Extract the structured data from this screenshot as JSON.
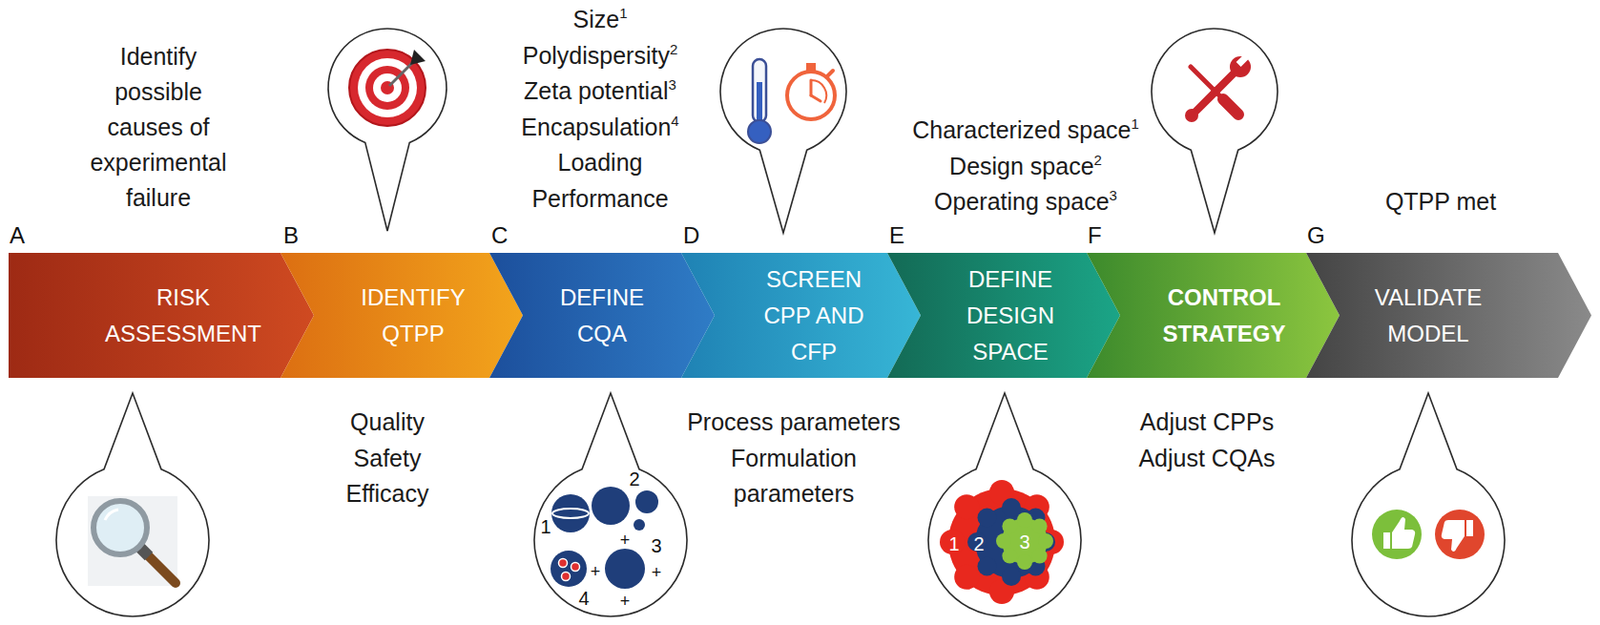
{
  "diagram": {
    "nodes": [
      {
        "text": [
          "RISK ASSESSMENT"
        ]
      },
      {
        "text": [
          "IDENTIFY QTPP"
        ]
      },
      {
        "text": [
          "DEFINE CQA"
        ]
      },
      {
        "text": [
          "SCREEN CPP AND CFP"
        ]
      },
      {
        "text": [
          "DEFINE DESIGN SPACE"
        ]
      },
      {
        "text": [
          "CONTROL STRATEGY"
        ]
      },
      {
        "text": [
          "VALIDATE MODEL"
        ]
      }
    ],
    "labels": [
      "Identify possible causes of experimental failure",
      "A",
      "B",
      "Quality",
      "Safety",
      "Efficacy",
      "Size",
      "1",
      "Polydispersity",
      "2",
      "Zeta potential",
      "3",
      "Encapsulation",
      "4",
      "Loading",
      "Performance",
      "C",
      "1",
      "2",
      "3",
      "4",
      "+",
      "+",
      "+",
      "+",
      "D",
      "Process parameters",
      "Formulation parameters",
      "Characterized space",
      "1",
      "Design space",
      "2",
      "Operating space",
      "3",
      "E",
      "1",
      "2",
      "3",
      "F",
      "Adjust CPPs",
      "Adjust CQAs",
      "QTPP met",
      "G"
    ]
  }
}
